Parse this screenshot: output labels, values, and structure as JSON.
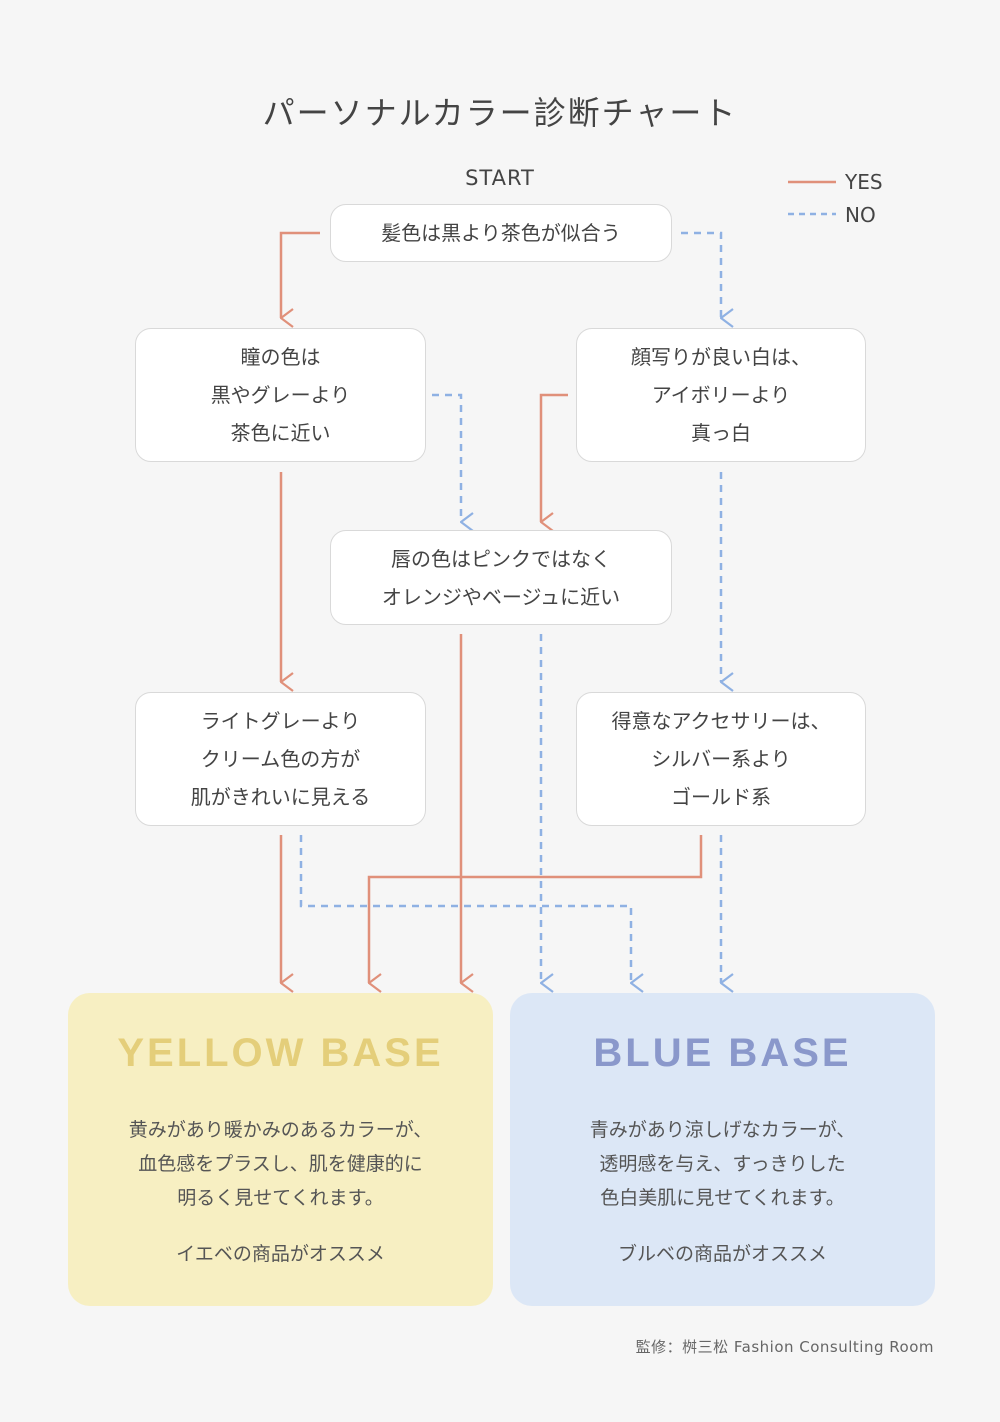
{
  "title": "パーソナルカラー診断チャート",
  "start_label": "START",
  "legend": {
    "yes_label": "YES",
    "no_label": "NO",
    "yes_color": "#e0907a",
    "no_color": "#8fb1e3"
  },
  "questions": {
    "hair": {
      "lines": [
        "髪色は黒より茶色が似合う"
      ]
    },
    "eye": {
      "lines": [
        "瞳の色は",
        "黒やグレーより",
        "茶色に近い"
      ]
    },
    "white": {
      "lines": [
        "顔写りが良い白は、",
        "アイボリーより",
        "真っ白"
      ]
    },
    "lip": {
      "lines": [
        "唇の色はピンクではなく",
        "オレンジやベージュに近い"
      ]
    },
    "cream": {
      "lines": [
        "ライトグレーより",
        "クリーム色の方が",
        "肌がきれいに見える"
      ]
    },
    "accessory": {
      "lines": [
        "得意なアクセサリーは、",
        "シルバー系より",
        "ゴールド系"
      ]
    }
  },
  "results": {
    "yellow": {
      "title": "YELLOW BASE",
      "lines": [
        "黄みがあり暖かみのあるカラーが、",
        "血色感をプラスし、肌を健康的に",
        "明るく見せてくれます。"
      ],
      "recommend": "イエベの商品がオススメ",
      "bg_color": "#f7efc2",
      "title_color": "#e4ce7a"
    },
    "blue": {
      "title": "BLUE BASE",
      "lines": [
        "青みがあり涼しげなカラーが、",
        "透明感を与え、すっきりした",
        "色白美肌に見せてくれます。"
      ],
      "recommend": "ブルベの商品がオススメ",
      "bg_color": "#dce7f6",
      "title_color": "#8a98cb"
    }
  },
  "credit": "監修：桝三松 Fashion Consulting Room"
}
